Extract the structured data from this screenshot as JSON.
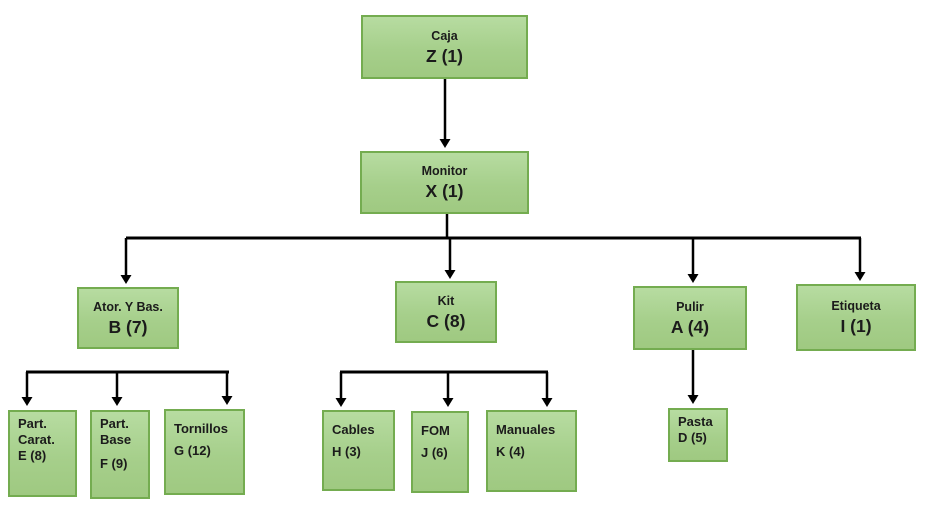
{
  "diagram": {
    "type": "bom-tree",
    "colors": {
      "box_fill_top": "#b7dca1",
      "box_fill_bottom": "#9fc981",
      "box_border": "#74ac50",
      "line": "#000000",
      "text": "#1b1b1b",
      "background": "#ffffff"
    },
    "nodes": {
      "z": {
        "name": "Caja",
        "code": "Z (1)"
      },
      "x": {
        "name": "Monitor",
        "code": "X (1)"
      },
      "b": {
        "name": "Ator. Y Bas.",
        "code": "B (7)"
      },
      "c": {
        "name": "Kit",
        "code": "C (8)"
      },
      "a": {
        "name": "Pulir",
        "code": "A (4)"
      },
      "i": {
        "name": "Etiqueta",
        "code": "I (1)"
      },
      "e": {
        "line1": "Part.",
        "line2": "Carat.",
        "code": "E (8)"
      },
      "f": {
        "line1": "Part.",
        "line2": "Base",
        "code": "F (9)"
      },
      "g": {
        "name": "Tornillos",
        "code": "G (12)"
      },
      "h": {
        "name": "Cables",
        "code": "H (3)"
      },
      "j": {
        "name": "FOM",
        "code": "J (6)"
      },
      "k": {
        "name": "Manuales",
        "code": "K (4)"
      },
      "d": {
        "name": "Pasta",
        "code": "D (5)"
      }
    }
  }
}
